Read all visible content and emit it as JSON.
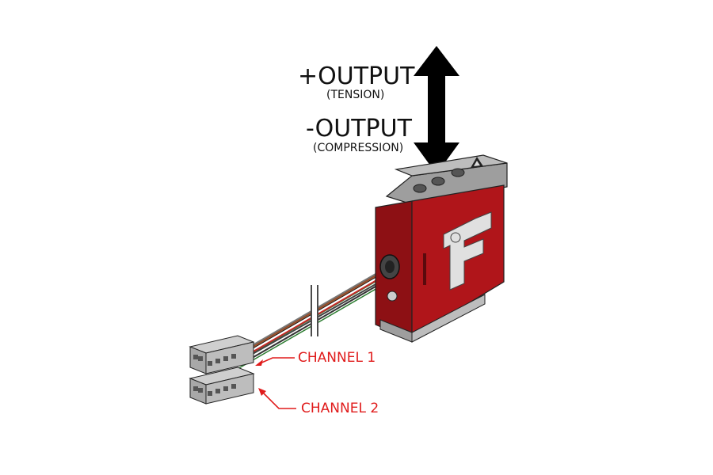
{
  "labels": {
    "positive_output": "+OUTPUT",
    "positive_sub": "(TENSION)",
    "negative_output": "-OUTPUT",
    "negative_sub": "(COMPRESSION)",
    "channel_1": "CHANNEL 1",
    "channel_2": "CHANNEL 2"
  },
  "colors": {
    "sensor_body": "#b0151a",
    "sensor_dark": "#7a0d10",
    "callout": "#e01b1b",
    "arrow": "#000000"
  },
  "icons": {
    "arrow": "double-vertical-arrow-icon",
    "logo": "if-logo",
    "warning": "warning-triangle-icon"
  }
}
